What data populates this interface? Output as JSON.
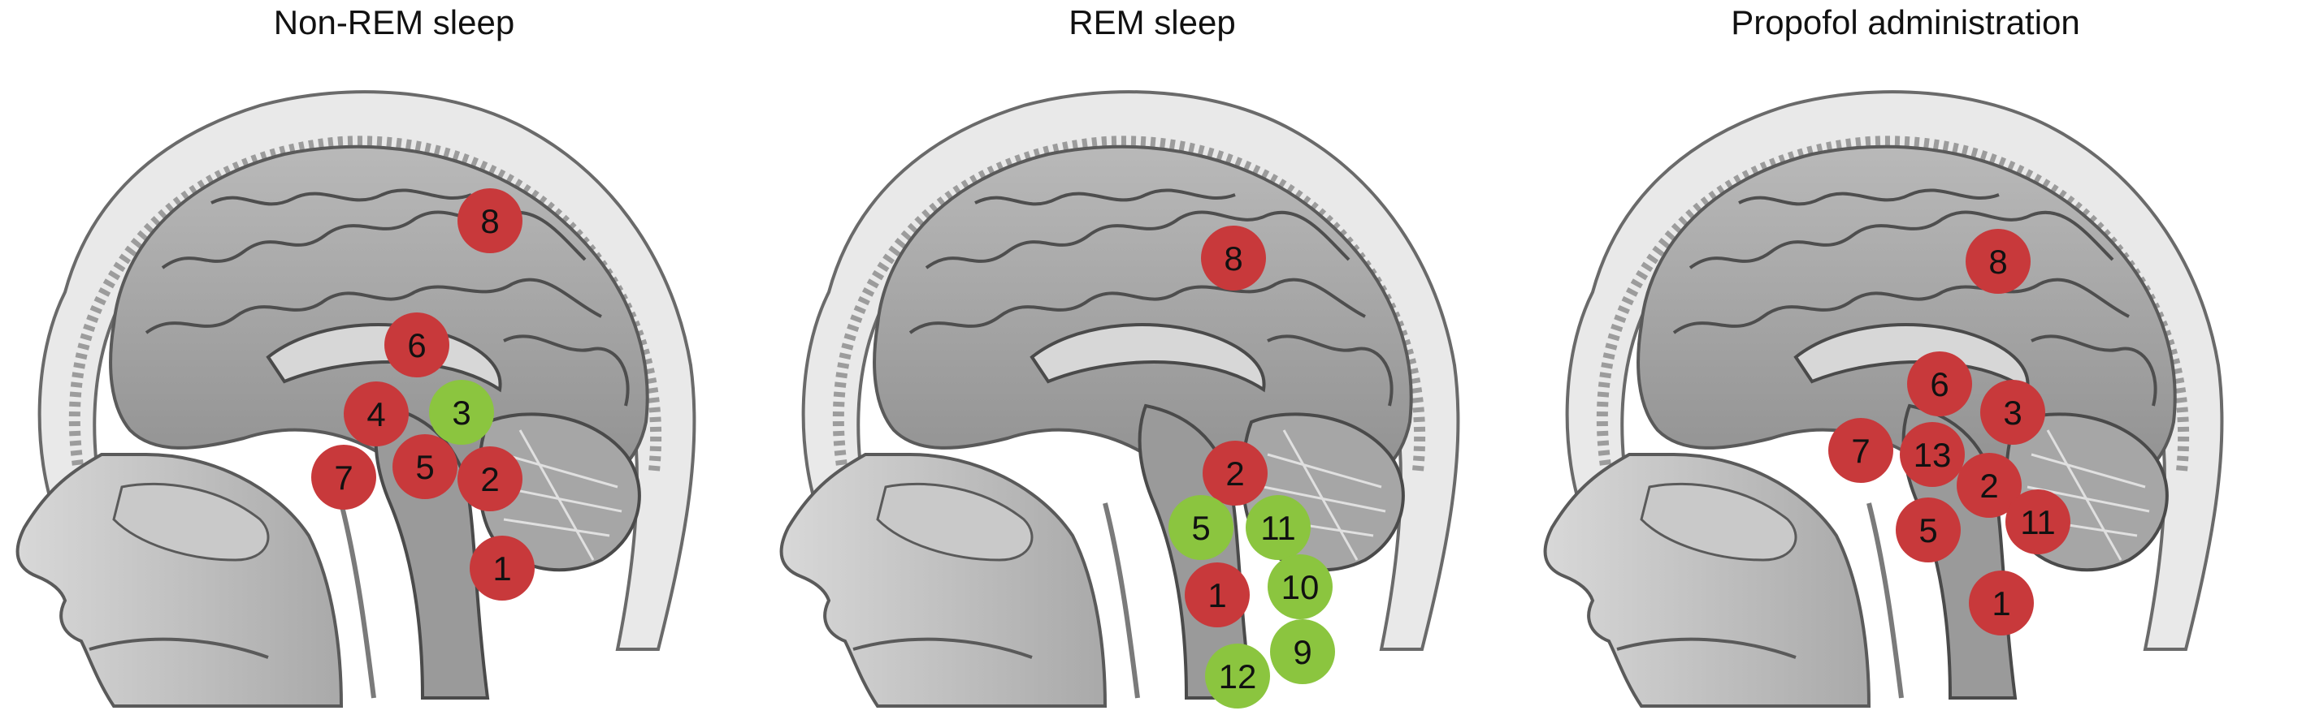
{
  "colors": {
    "red_marker": "#c8393b",
    "green_marker": "#8bc53f",
    "marker_text": "#111111"
  },
  "panels": [
    {
      "title": "Non-REM sleep",
      "markers": [
        {
          "label": "8",
          "color": "red"
        },
        {
          "label": "6",
          "color": "red"
        },
        {
          "label": "4",
          "color": "red"
        },
        {
          "label": "3",
          "color": "green"
        },
        {
          "label": "7",
          "color": "red"
        },
        {
          "label": "5",
          "color": "red"
        },
        {
          "label": "2",
          "color": "red"
        },
        {
          "label": "1",
          "color": "red"
        }
      ]
    },
    {
      "title": "REM sleep",
      "markers": [
        {
          "label": "8",
          "color": "red"
        },
        {
          "label": "2",
          "color": "red"
        },
        {
          "label": "5",
          "color": "green"
        },
        {
          "label": "11",
          "color": "green"
        },
        {
          "label": "1",
          "color": "red"
        },
        {
          "label": "10",
          "color": "green"
        },
        {
          "label": "9",
          "color": "green"
        },
        {
          "label": "12",
          "color": "green"
        }
      ]
    },
    {
      "title": "Propofol administration",
      "markers": [
        {
          "label": "8",
          "color": "red"
        },
        {
          "label": "6",
          "color": "red"
        },
        {
          "label": "3",
          "color": "red"
        },
        {
          "label": "7",
          "color": "red"
        },
        {
          "label": "13",
          "color": "red"
        },
        {
          "label": "2",
          "color": "red"
        },
        {
          "label": "5",
          "color": "red"
        },
        {
          "label": "11",
          "color": "red"
        },
        {
          "label": "1",
          "color": "red"
        }
      ]
    }
  ]
}
